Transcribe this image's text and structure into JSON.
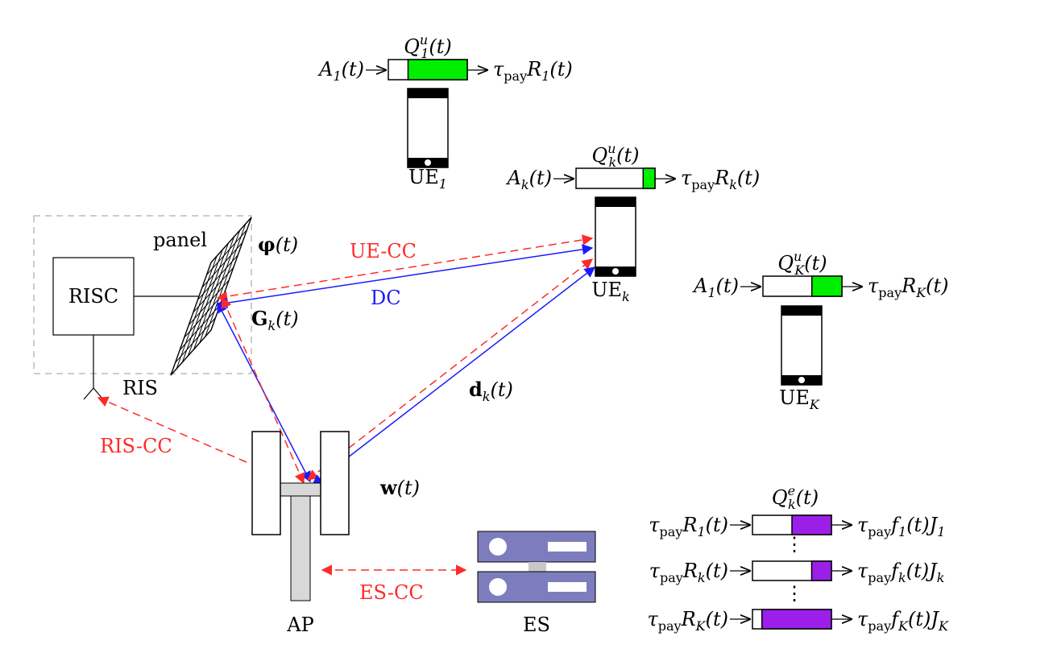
{
  "colors": {
    "control": "#ff2a2a",
    "data": "#1a1aff",
    "ue_queue": "#00ee00",
    "es_queue": "#9b1fe8",
    "server": "#7d7dbd",
    "ap_mast": "#d8d8d8"
  },
  "ris": {
    "panel_label": "panel",
    "controller_label": "RISC",
    "ris_label": "RIS",
    "phase": {
      "base": "φ",
      "tail": "(t)"
    },
    "g_channel": {
      "base": "G",
      "sub": "k",
      "tail": "(t)"
    }
  },
  "links": {
    "ue_cc": "UE-CC",
    "dc": "DC",
    "ris_cc": "RIS-CC",
    "es_cc": "ES-CC",
    "d_channel": {
      "base": "d",
      "sub": "k",
      "tail": "(t)"
    },
    "w_beam": {
      "base": "w",
      "tail": "(t)"
    }
  },
  "ap": {
    "label": "AP"
  },
  "es": {
    "label": "ES"
  },
  "ues": [
    {
      "ue_label": {
        "base": "UE",
        "sub": "1"
      },
      "queue_label": {
        "base": "Q",
        "sup": "u",
        "sub": "1",
        "tail": "(t)"
      },
      "arrival": {
        "base": "A",
        "sub": "1",
        "tail": "(t)"
      },
      "departure": {
        "pre": "τ",
        "pre_sub": "pay",
        "base": "R",
        "sub": "1",
        "tail": "(t)"
      },
      "fill": 0.75
    },
    {
      "ue_label": {
        "base": "UE",
        "sub": "k"
      },
      "queue_label": {
        "base": "Q",
        "sup": "u",
        "sub": "k",
        "tail": "(t)"
      },
      "arrival": {
        "base": "A",
        "sub": "k",
        "tail": "(t)"
      },
      "departure": {
        "pre": "τ",
        "pre_sub": "pay",
        "base": "R",
        "sub": "k",
        "tail": "(t)"
      },
      "fill": 0.15
    },
    {
      "ue_label": {
        "base": "UE",
        "sub": "K"
      },
      "queue_label": {
        "base": "Q",
        "sup": "u",
        "sub": "K",
        "tail": "(t)"
      },
      "arrival": {
        "base": "A",
        "sub": "1",
        "tail": "(t)"
      },
      "departure": {
        "pre": "τ",
        "pre_sub": "pay",
        "base": "R",
        "sub": "K",
        "tail": "(t)"
      },
      "fill": 0.38
    }
  ],
  "es_queues": {
    "label": {
      "base": "Q",
      "sup": "e",
      "sub": "k",
      "tail": "(t)"
    },
    "rows": [
      {
        "input": {
          "pre": "τ",
          "pre_sub": "pay",
          "base": "R",
          "sub": "1",
          "tail": "(t)"
        },
        "output": {
          "pre": "τ",
          "pre_sub": "pay",
          "base": "f",
          "sub": "1",
          "tail": "(t)",
          "post": "J",
          "post_sub": "1"
        },
        "fill": 0.5
      },
      {
        "input": {
          "pre": "τ",
          "pre_sub": "pay",
          "base": "R",
          "sub": "k",
          "tail": "(t)"
        },
        "output": {
          "pre": "τ",
          "pre_sub": "pay",
          "base": "f",
          "sub": "k",
          "tail": "(t)",
          "post": "J",
          "post_sub": "k"
        },
        "fill": 0.25
      },
      {
        "input": {
          "pre": "τ",
          "pre_sub": "pay",
          "base": "R",
          "sub": "K",
          "tail": "(t)"
        },
        "output": {
          "pre": "τ",
          "pre_sub": "pay",
          "base": "f",
          "sub": "K",
          "tail": "(t)",
          "post": "J",
          "post_sub": "K"
        },
        "fill": 0.88
      }
    ],
    "ellipsis": "⋮"
  }
}
